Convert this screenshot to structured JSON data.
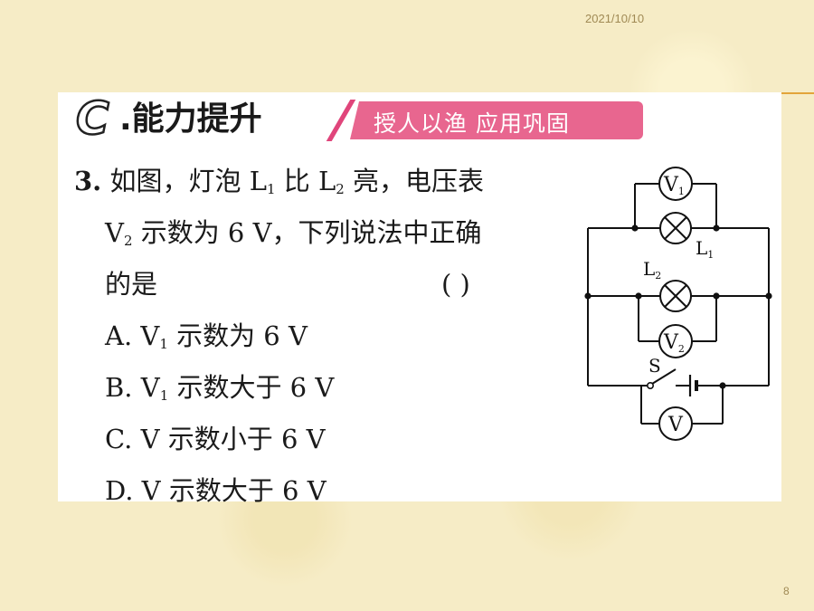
{
  "date": "2021/10/10",
  "page_number": "8",
  "header": {
    "badge_letter": "C",
    "title": ".能力提升",
    "tagline": "授人以渔 应用巩固"
  },
  "question": {
    "number": "3.",
    "line1_a": "如图，灯泡 L",
    "line1_sub1": "1",
    "line1_b": " 比 L",
    "line1_sub2": "2",
    "line1_c": " 亮，电压表",
    "line2_a": "V",
    "line2_sub": "2",
    "line2_b": " 示数为 6 V，下列说法中正确",
    "line3": "的是",
    "answer_blank": "(        )",
    "options": [
      {
        "pre": "A. V",
        "sub": "1",
        "post": " 示数为 6 V"
      },
      {
        "pre": "B. V",
        "sub": "1",
        "post": " 示数大于 6 V"
      },
      {
        "pre": "C. V 示数小于 6 V",
        "sub": "",
        "post": ""
      },
      {
        "pre": "D. V 示数大于 6 V",
        "sub": "",
        "post": ""
      }
    ]
  },
  "circuit": {
    "v1_label": "V",
    "v1_sub": "1",
    "v2_label": "V",
    "v2_sub": "2",
    "v_label": "V",
    "l1_label": "L",
    "l1_sub": "1",
    "l2_label": "L",
    "l2_sub": "2",
    "switch_label": "S"
  }
}
